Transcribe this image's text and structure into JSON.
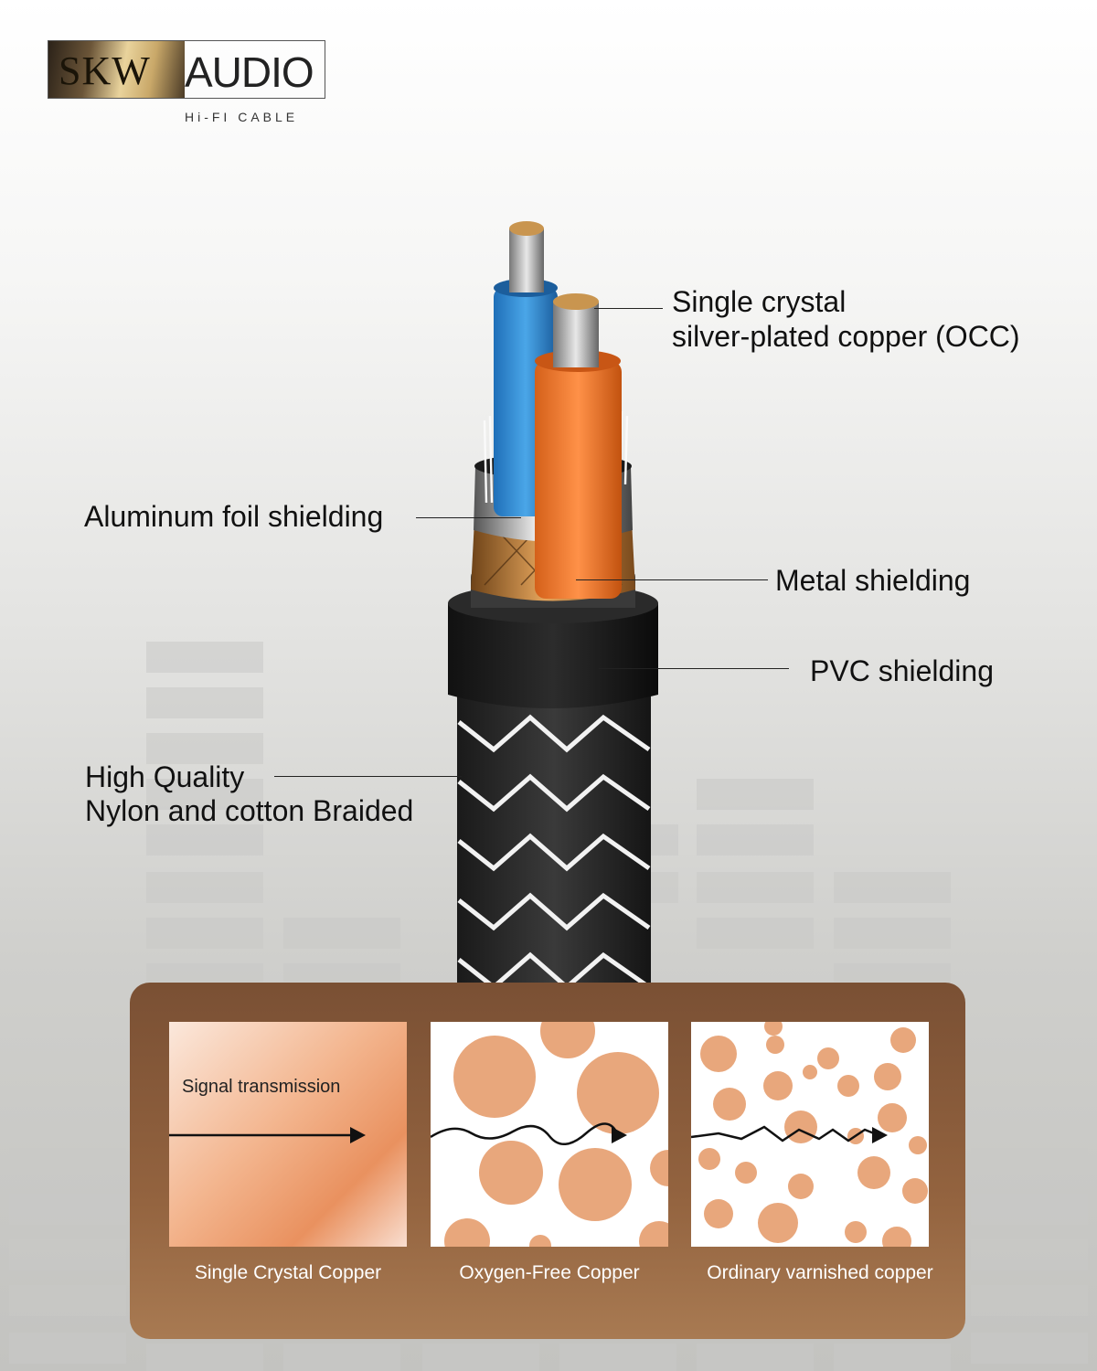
{
  "logo": {
    "brand_part1": "SKW",
    "brand_part2": "AUDIO",
    "tagline": "Hi-FI CABLE"
  },
  "labels": {
    "occ_line1": "Single crystal",
    "occ_line2": "silver-plated copper (OCC)",
    "aluminum": "Aluminum foil shielding",
    "metal": "Metal shielding",
    "pvc": "PVC shielding",
    "braid_line1": "High Quality",
    "braid_line2": "Nylon and cotton Braided"
  },
  "comparison": {
    "signal_label": "Signal transmission",
    "items": [
      {
        "caption": "Single Crystal Copper"
      },
      {
        "caption": "Oxygen-Free Copper"
      },
      {
        "caption": "Ordinary varnished copper"
      }
    ]
  },
  "colors": {
    "panel": "#8a5b3a",
    "copper_dot": "#e8a77c",
    "wire_blue": "#3a8fd1",
    "wire_orange": "#f07a2a"
  }
}
